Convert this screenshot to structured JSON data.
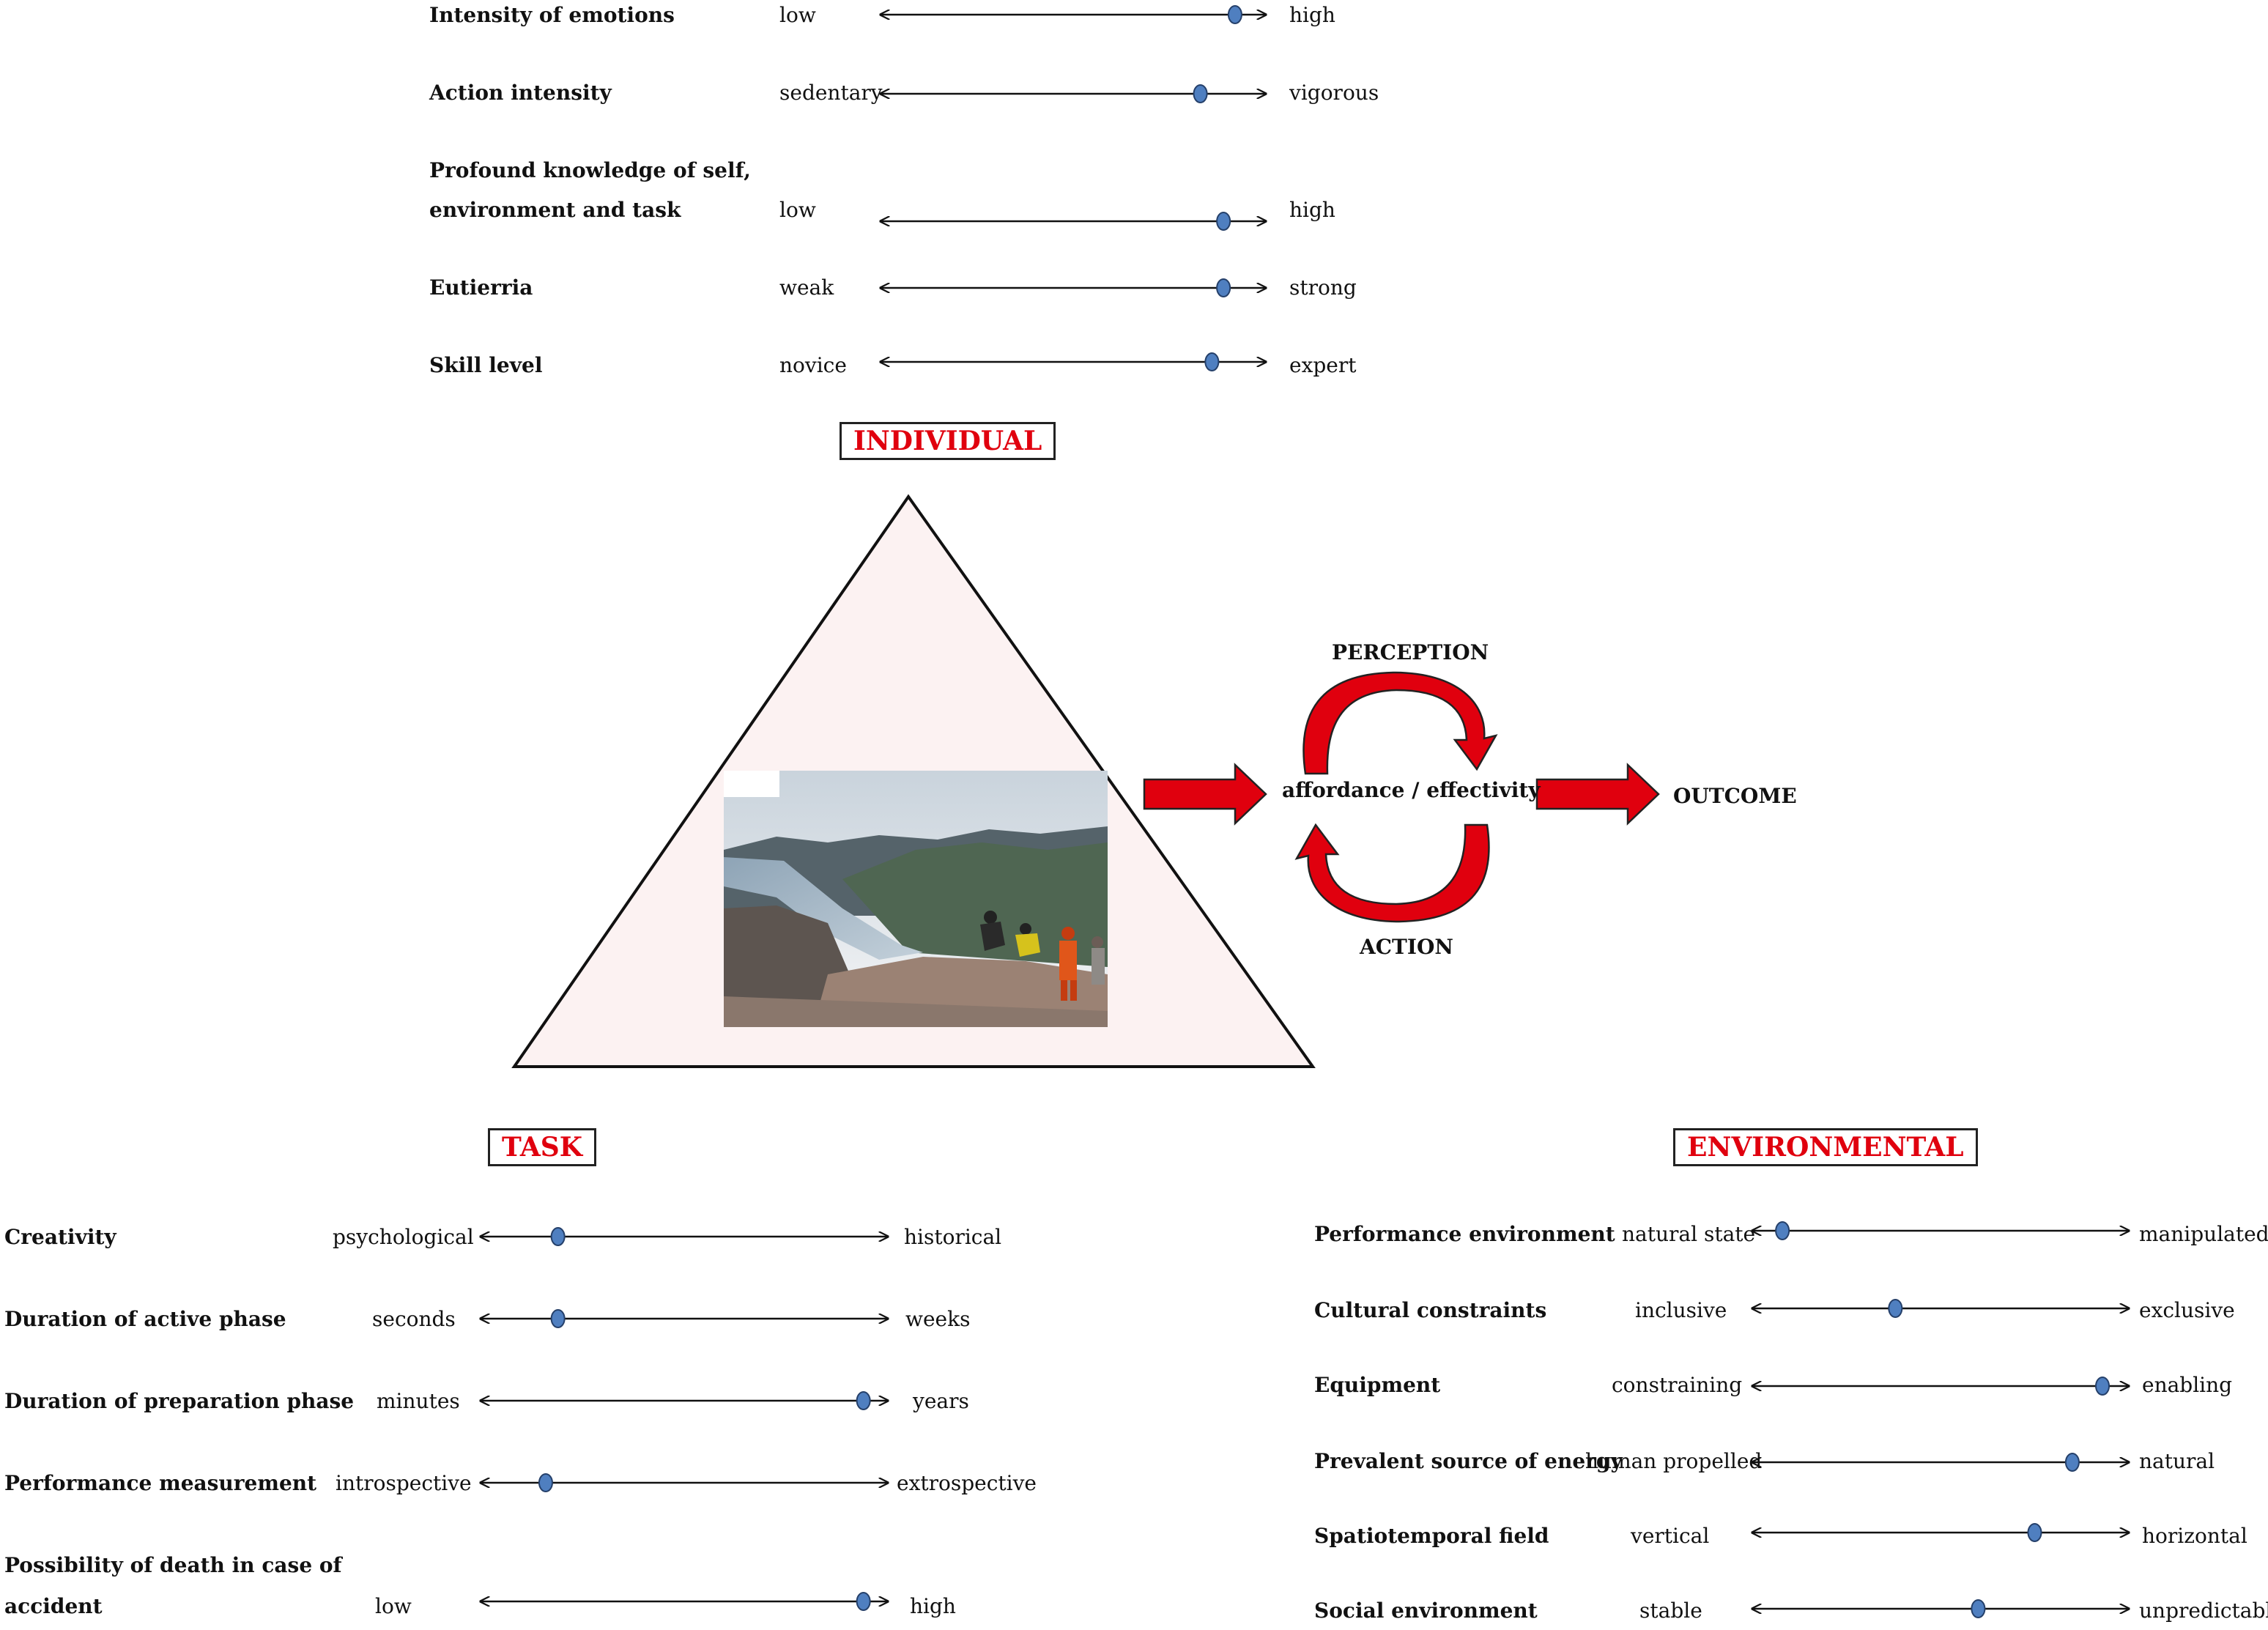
{
  "individual": {
    "heading": "INDIVIDUAL",
    "scales": [
      {
        "label": "Intensity of emotions",
        "low": "low",
        "high": "high",
        "value": 0.92
      },
      {
        "label": "Action intensity",
        "low": "sedentary",
        "high": "vigorous",
        "value": 0.83
      },
      {
        "label_line1": "Profound knowledge of self,",
        "label_line2": "environment and task",
        "low": "low",
        "high": "high",
        "value": 0.89
      },
      {
        "label": "Eutierria",
        "low": "weak",
        "high": "strong",
        "value": 0.89
      },
      {
        "label": "Skill level",
        "low": "novice",
        "high": "expert",
        "value": 0.86
      }
    ]
  },
  "task": {
    "heading": "TASK",
    "scales": [
      {
        "label": "Creativity",
        "low": "psychological",
        "high": "historical",
        "value": 0.19
      },
      {
        "label": "Duration of active phase",
        "low": "seconds",
        "high": "weeks",
        "value": 0.19
      },
      {
        "label": "Duration of preparation phase",
        "low": "minutes",
        "high": "years",
        "value": 0.94
      },
      {
        "label": "Performance measurement",
        "low": "introspective",
        "high": "extrospective",
        "value": 0.16
      },
      {
        "label_line1": "Possibility of death in case of",
        "label_line2": "accident",
        "low": "low",
        "high": "high",
        "value": 0.94
      }
    ]
  },
  "environmental": {
    "heading": "ENVIRONMENTAL",
    "scales": [
      {
        "label": "Performance environment",
        "low": "natural state",
        "high": "manipulated",
        "value": 0.08
      },
      {
        "label": "Cultural constraints",
        "low": "inclusive",
        "high": "exclusive",
        "value": 0.38
      },
      {
        "label": "Equipment",
        "low": "constraining",
        "high": "enabling",
        "value": 0.93
      },
      {
        "label": "Prevalent source of energy",
        "low": "human propelled",
        "high": "natural",
        "value": 0.85
      },
      {
        "label": "Spatiotemporal field",
        "low": "vertical",
        "high": "horizontal",
        "value": 0.75
      },
      {
        "label": "Social environment",
        "low": "stable",
        "high": "unpredictable",
        "value": 0.6
      }
    ]
  },
  "cycle": {
    "perception": "PERCEPTION",
    "center": "affordance / effectivity",
    "action": "ACTION",
    "outcome": "OUTCOME"
  },
  "colors": {
    "accent_red": "#e0000e",
    "knob_blue": "#4f7fc0",
    "triangle_fill": "#fcf2f2"
  }
}
